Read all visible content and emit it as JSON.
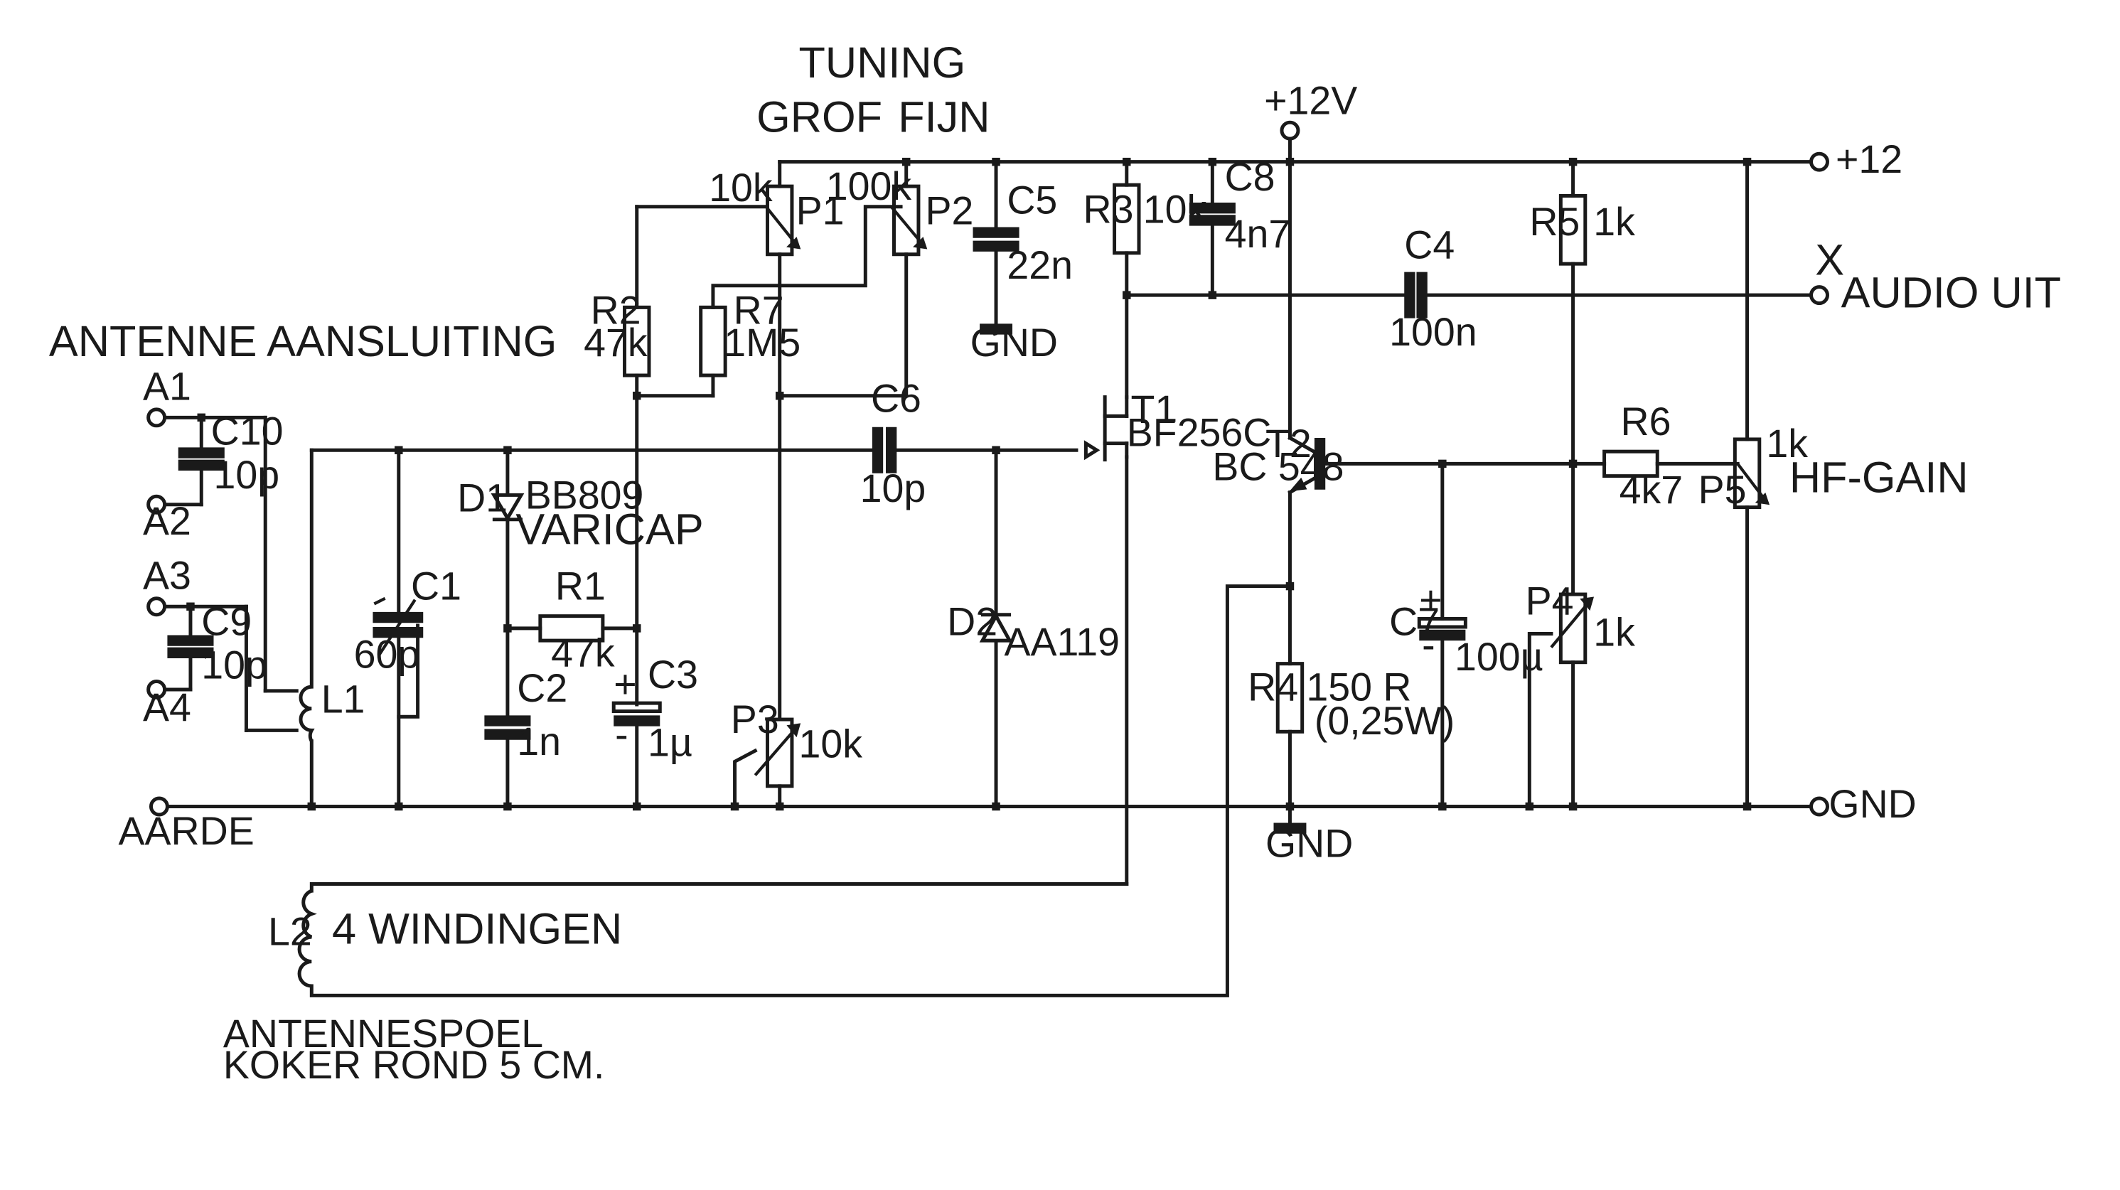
{
  "heading": {
    "tuning": "TUNING",
    "grof": "GROF",
    "fijn": "FIJN"
  },
  "antenna": {
    "title": "ANTENNE AANSLUITING",
    "a1": "A1",
    "a2": "A2",
    "a3": "A3",
    "a4": "A4",
    "aarde": "AARDE",
    "coil_title": "ANTENNESPOEL",
    "coil_note": "KOKER ROND 5 CM."
  },
  "components": {
    "c10": {
      "ref": "C10",
      "value": "10p"
    },
    "c9": {
      "ref": "C9",
      "value": "10p"
    },
    "l1": {
      "ref": "L1"
    },
    "c1": {
      "ref": "C1",
      "value": "60p"
    },
    "d1": {
      "ref": "D1",
      "value": "BB809",
      "note": "VARICAP"
    },
    "r1": {
      "ref": "R1",
      "value": "47k"
    },
    "c2": {
      "ref": "C2",
      "value": "1n"
    },
    "c3": {
      "ref": "C3",
      "value": "1µ"
    },
    "r2": {
      "ref": "R2",
      "value": "47k"
    },
    "r7": {
      "ref": "R7",
      "value": "1M5"
    },
    "p1": {
      "ref": "P1",
      "value": "10k"
    },
    "p2": {
      "ref": "P2",
      "value": "100k"
    },
    "p3": {
      "ref": "P3",
      "value": "10k"
    },
    "c5": {
      "ref": "C5",
      "value": "22n"
    },
    "c6": {
      "ref": "C6",
      "value": "10p"
    },
    "d2": {
      "ref": "D2",
      "value": "AA119"
    },
    "t1": {
      "ref": "T1",
      "value": "BF256C"
    },
    "r3": {
      "ref": "R3",
      "value": "10k"
    },
    "c8": {
      "ref": "C8",
      "value": "4n7"
    },
    "c4": {
      "ref": "C4",
      "value": "100n"
    },
    "t2": {
      "ref": "T2",
      "value": "BC 548"
    },
    "r4": {
      "ref": "R4",
      "value": "150 R",
      "note": "(0,25W)"
    },
    "c7": {
      "ref": "C7",
      "value": "100µ"
    },
    "r5": {
      "ref": "R5",
      "value": "1k"
    },
    "r6": {
      "ref": "R6",
      "value": "4k7"
    },
    "p4": {
      "ref": "P4",
      "value": "1k"
    },
    "p5": {
      "ref": "P5",
      "value": "1k",
      "note": "HF-GAIN"
    },
    "l2": {
      "ref": "L2",
      "value": "4 WINDINGEN"
    }
  },
  "rails": {
    "supply_top": "+12V",
    "supply_right": "+12",
    "gnd_c5": "GND",
    "gnd_r4": "GND",
    "gnd_right": "GND",
    "audio_x": "X",
    "audio_out": "AUDIO UIT",
    "plus_sign": "+",
    "minus_sign": "-"
  }
}
